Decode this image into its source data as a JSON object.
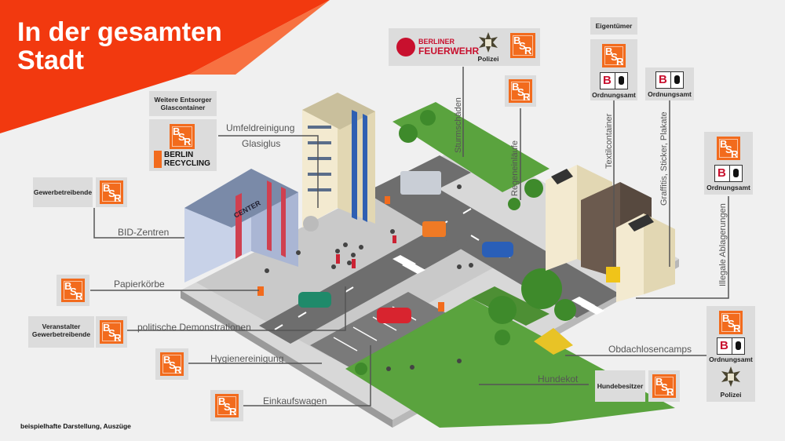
{
  "title": {
    "line1": "In der gesamten",
    "line2": "Stadt"
  },
  "colors": {
    "orange": "#f26b1d",
    "red_banner": "#f2390f",
    "grey_box": "#dcdcdc",
    "line": "#555555",
    "road": "#666666",
    "grass": "#5aa33e"
  },
  "logos": {
    "bsr": {
      "b": "B",
      "s": "S",
      "r": "R"
    },
    "feuerwehr": {
      "line1": "BERLINER",
      "line2": "FEUERWEHR"
    },
    "berlin_recycling": {
      "line1": "BERLIN",
      "line2": "RECYCLING"
    },
    "berlin_b": "B"
  },
  "top_box": {
    "polizei": "Polizei"
  },
  "labels": {
    "weitere": "Weitere Entsorger Glascontainer",
    "umfeld": "Umfeldreinigung",
    "glasiglus": "Glasiglus",
    "gewerbetreibende": "Gewerbetreibende",
    "bid": "BID-Zentren",
    "papierkoerbe": "Papierkörbe",
    "veranstalter": "Veranstalter Gewerbetreibende",
    "demos": "politische Demonstrationen",
    "hygiene": "Hygienereinigung",
    "einkauf": "Einkaufswagen",
    "sturm": "Sturmschäden",
    "regen": "Regeneinläufe",
    "eigentuemer": "Eigentümer",
    "ordnungsamt1": "Ordnungsamt",
    "ordnungsamt2": "Ordnungsamt",
    "ordnungsamt3": "Ordnungsamt",
    "ordnungsamt4": "Ordnungsamt",
    "textil": "Textilcontainer",
    "graffiti": "Graffitis, Sticker, Plakate",
    "illegal": "Illegale Ablagerungen",
    "obdach": "Obdachlosencamps",
    "hundekot": "Hundekot",
    "hundebesitzer": "Hundebesitzer",
    "polizei2": "Polizei",
    "center": "CENTER"
  },
  "footer": "beispielhafte Darstellung, Auszüge"
}
